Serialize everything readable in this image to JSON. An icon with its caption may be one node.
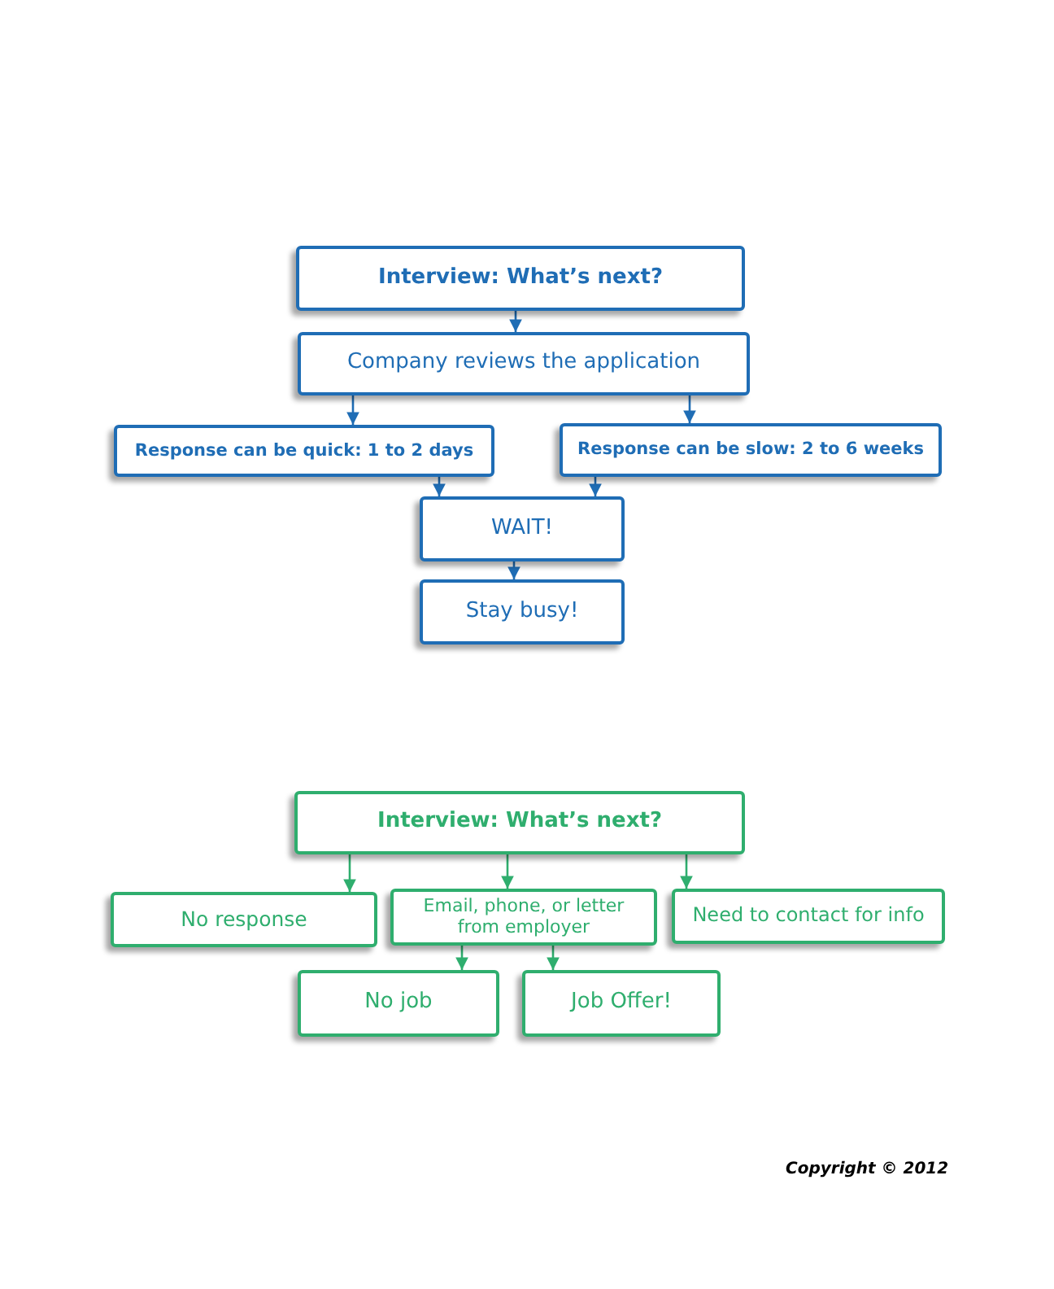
{
  "diagram": {
    "nodes": [
      {
        "text": [
          "Interview: What’s next?"
        ]
      },
      {
        "text": [
          "Company reviews the application"
        ]
      },
      {
        "text": [
          "Response can be quick: 1 to 2 days"
        ]
      },
      {
        "text": [
          "Response can be slow: 2 to 6 weeks"
        ]
      },
      {
        "text": [
          "WAIT!"
        ]
      },
      {
        "text": [
          "Stay busy!"
        ]
      },
      {
        "text": [
          "Interview: What’s next?"
        ]
      },
      {
        "text": [
          "No response"
        ]
      },
      {
        "text": [
          "Email, phone, or letter from employer"
        ]
      },
      {
        "text": [
          "Need to contact for info"
        ]
      },
      {
        "text": [
          "No job"
        ]
      },
      {
        "text": [
          "Job Offer!"
        ]
      }
    ],
    "edges": [
      {
        "from": 0,
        "to": 1,
        "arrow": "to"
      },
      {
        "from": 1,
        "to": 2,
        "arrow": "to"
      },
      {
        "from": 1,
        "to": 3,
        "arrow": "to"
      },
      {
        "from": 2,
        "to": 4,
        "arrow": "to"
      },
      {
        "from": 3,
        "to": 4,
        "arrow": "to"
      },
      {
        "from": 4,
        "to": 5,
        "arrow": "to"
      },
      {
        "from": 6,
        "to": 7,
        "arrow": "to",
        "color": "#2fae6e"
      },
      {
        "from": 6,
        "to": 8,
        "arrow": "to",
        "color": "#2fae6e"
      },
      {
        "from": 6,
        "to": 9,
        "arrow": "to",
        "color": "#2fae6e"
      },
      {
        "from": 8,
        "to": 10,
        "arrow": "to",
        "color": "#2fae6e"
      },
      {
        "from": 8,
        "to": 11,
        "arrow": "to",
        "color": "#2fae6e"
      }
    ],
    "labels": [
      "Copyright © 2012"
    ]
  }
}
